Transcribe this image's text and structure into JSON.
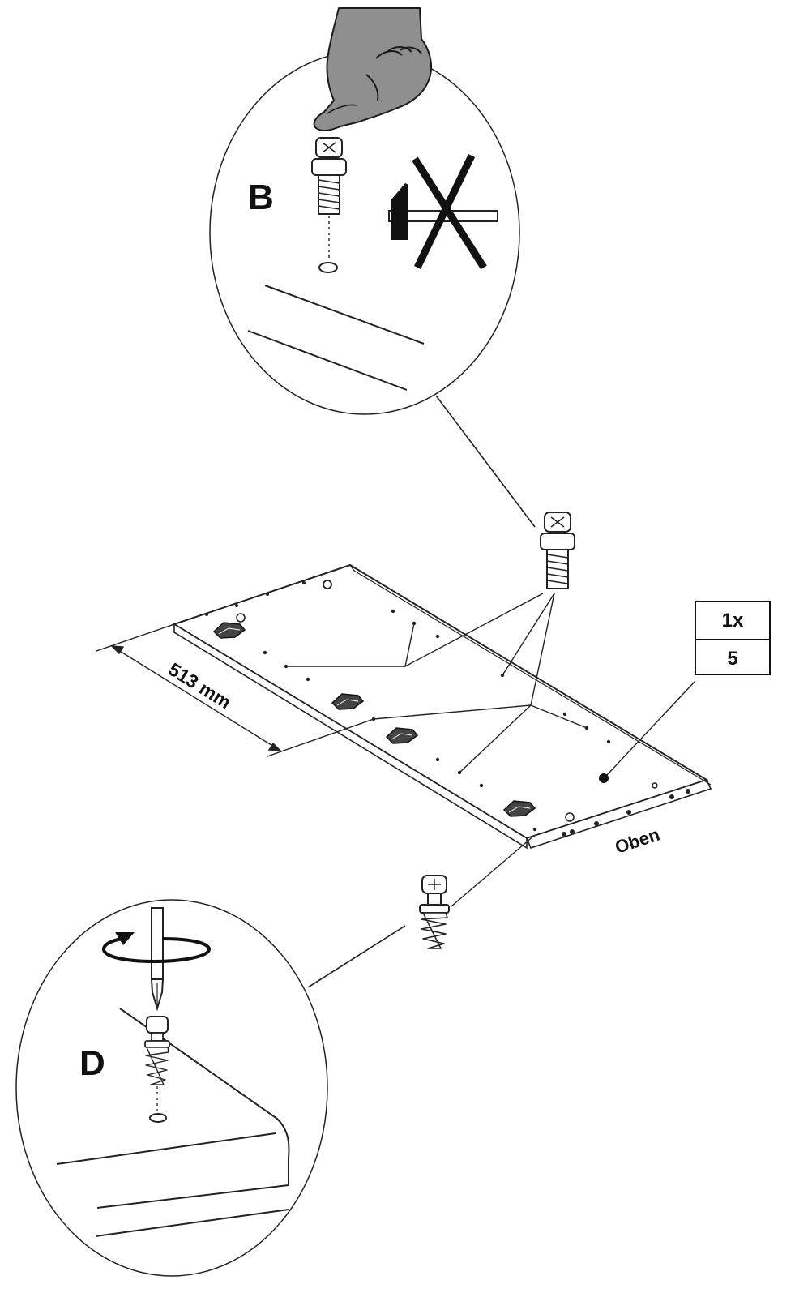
{
  "detail_b": {
    "letter": "B"
  },
  "detail_d": {
    "letter": "D"
  },
  "dimension": {
    "text": "513 mm"
  },
  "orientation_label": "Oben",
  "quantity_box": {
    "count": "1x",
    "step": "5"
  },
  "icons": {
    "hand": "hand-press-icon",
    "hammer": "hammer-icon",
    "no_hammer": "crossed-out-icon",
    "screwdriver": "screwdriver-icon",
    "rotate": "rotate-arrow-icon"
  }
}
